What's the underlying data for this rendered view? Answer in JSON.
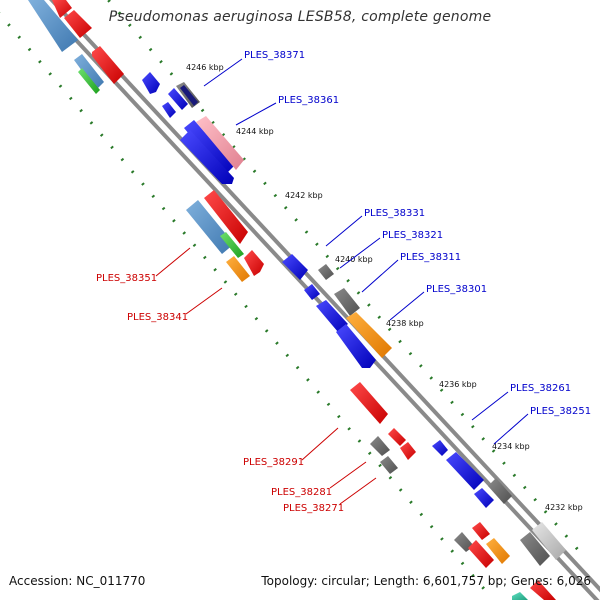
{
  "title": "Pseudomonas aeruginosa LESB58, complete genome",
  "footer": {
    "accession": "Accession: NC_011770",
    "topology": "Topology: circular; Length: 6,601,757 bp; Genes: 6,026"
  },
  "colors": {
    "forward_label": "#0000cc",
    "reverse_label": "#cc0000",
    "tick": "#2a7a2a",
    "backbone": "#8a8a8a"
  },
  "tick_labels": [
    "4246 kbp",
    "4244 kbp",
    "4242 kbp",
    "4240 kbp",
    "4238 kbp",
    "4236 kbp",
    "4234 kbp",
    "4232 kbp"
  ],
  "gene_labels": {
    "forward": [
      "PLES_38371",
      "PLES_38361",
      "PLES_38331",
      "PLES_38321",
      "PLES_38311",
      "PLES_38301",
      "PLES_38261",
      "PLES_38251"
    ],
    "reverse": [
      "PLES_38351",
      "PLES_38341",
      "PLES_38291",
      "PLES_38281",
      "PLES_38271"
    ]
  }
}
